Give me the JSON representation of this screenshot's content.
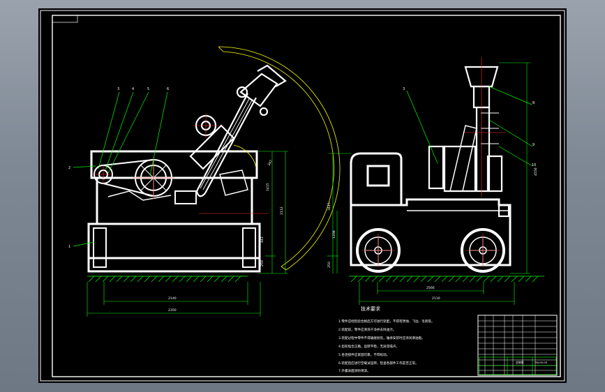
{
  "colors": {
    "paper": "#000000",
    "outline": "#ffffff",
    "leader": "#00ff00",
    "dimension": "#00ff00",
    "centerline": "#ff3333",
    "swing_arc": "#ffff00"
  },
  "front_view": {
    "part_labels": [
      "2",
      "1",
      "3",
      "4",
      "5",
      "6"
    ],
    "dims": [
      "2140",
      "2350",
      "1415",
      "2112",
      "442",
      "250",
      "347"
    ]
  },
  "side_view": {
    "part_labels": [
      "3",
      "8",
      "9",
      "10"
    ],
    "dims": [
      "2110",
      "2566",
      "3445",
      "1208",
      "250",
      "4556"
    ]
  },
  "notes": {
    "title": "技术要求",
    "lines": [
      "1.零件应经检验合格后方可进行装配，不得有锈蚀、飞边、毛刺等。",
      "2.装配前，零件应清洗干净并去除油污。",
      "3.装配过程中零件不得磕碰划伤，轴承安装时应涂润滑油脂。",
      "4.齿轮啮合正确，运转平稳，无异常噪声。",
      "5.各连接件应紧固可靠，不得松动。",
      "6.装配后应进行空载试运转，检查各部件工作是否正常。",
      "7.外露表面涂防锈漆。"
    ]
  },
  "title_block": {
    "name": "总装图",
    "drawing_no": "YKJ-00-00"
  }
}
